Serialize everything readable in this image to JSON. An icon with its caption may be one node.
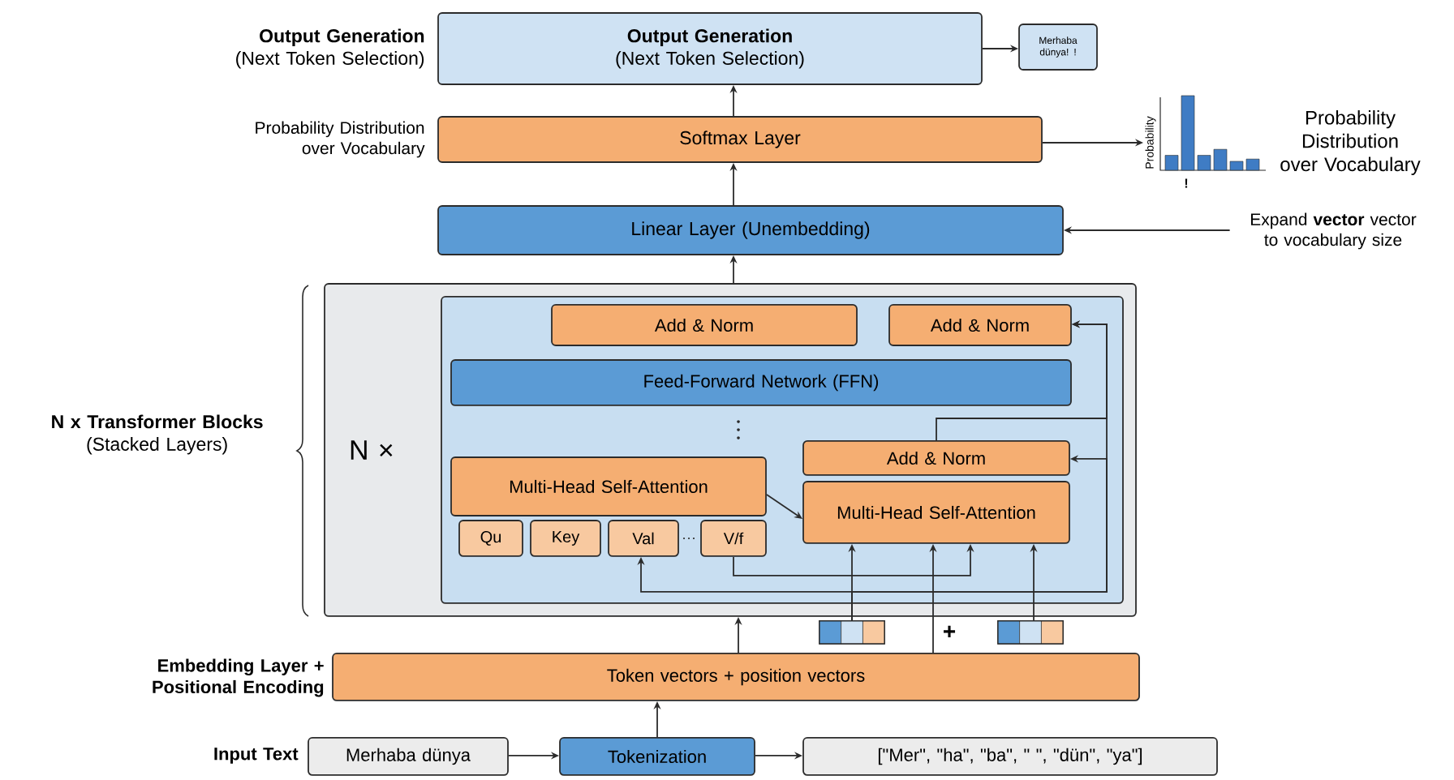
{
  "diagram": {
    "nodes": [
      {
        "text": [
          "Output Generation",
          "(Next Token Selection)"
        ],
        "beside": [
          "Output Generation",
          "(Next Token Selection)"
        ]
      },
      {
        "text": [
          "Merhaba dünya! !"
        ]
      },
      {
        "text": [
          "Softmax Layer"
        ],
        "beside": [
          "Probability Distribution over Vocabulary"
        ]
      },
      {
        "text": [
          "Probability"
        ]
      },
      {
        "text": [
          "Linear Layer (Unembedding)"
        ]
      },
      {
        "text": [
          "Expand **vector** vector to vocabulary size"
        ]
      },
      {
        "text": [
          "N ×"
        ],
        "beside": [
          "N x Transformer Blocks",
          "(Stacked Layers)"
        ]
      },
      {
        "text": [],
        "shape": "box",
        "in": 6
      },
      {
        "text": [
          "Add & Norm"
        ],
        "in": 7
      },
      {
        "text": [
          "Add & Norm"
        ],
        "in": 7
      },
      {
        "text": [
          "Feed-Forward Network (FFN)"
        ],
        "in": 7
      },
      {
        "text": [
          "Multi-Head Self-Attention"
        ],
        "in": 7
      },
      {
        "text": [
          "Qu"
        ],
        "in": 7
      },
      {
        "text": [
          "Key"
        ],
        "in": 7
      },
      {
        "text": [
          "Val"
        ],
        "in": 7
      },
      {
        "text": [
          "V/f"
        ],
        "in": 7
      },
      {
        "text": [
          "Add & Norm"
        ],
        "in": 7
      },
      {
        "text": [
          "Multi-Head Self-Attention"
        ],
        "in": 7
      },
      {
        "text": [],
        "shape": "bar"
      },
      {
        "text": [],
        "shape": "bar"
      },
      {
        "text": [
          "Token vectors + position vectors"
        ],
        "beside": [
          "Embedding Layer + Positional Encoding"
        ]
      },
      {
        "text": [
          "Merhaba dünya"
        ],
        "beside": [
          "Input Text"
        ]
      },
      {
        "text": [
          "Tokenization"
        ]
      },
      {
        "text": [
          "[\"Mer\", \"ha\", \"ba\", \" \", \"dün\", \"ya\"]"
        ]
      }
    ],
    "edges": [
      {
        "from": 0,
        "to": 1,
        "arrow": "to"
      },
      {
        "from": 2,
        "to": 0,
        "arrow": "to"
      },
      {
        "from": 2,
        "to": 3,
        "arrow": "to"
      },
      {
        "from": 4,
        "to": 2,
        "arrow": "to"
      },
      {
        "from": 5,
        "to": 4,
        "arrow": "to"
      },
      {
        "from": 6,
        "to": 4,
        "arrow": "to"
      },
      {
        "from": 20,
        "to": 6,
        "arrow": "to"
      },
      {
        "from": 22,
        "to": 20,
        "arrow": "to"
      },
      {
        "from": 21,
        "to": 22,
        "arrow": "to"
      },
      {
        "from": 22,
        "to": 23,
        "arrow": "to"
      },
      {
        "from": 11,
        "to": 17,
        "arrow": "to"
      },
      {
        "from": 18,
        "to": 17,
        "arrow": "to"
      },
      {
        "from": 18,
        "to": 14,
        "arrow": "to"
      },
      {
        "from": 18,
        "to": 16,
        "arrow": "to"
      },
      {
        "from": 18,
        "to": 9,
        "arrow": "to"
      },
      {
        "from": 16,
        "to": 9,
        "arrow": "to"
      },
      {
        "from": 20,
        "to": 17,
        "arrow": "to"
      },
      {
        "from": 19,
        "to": 17,
        "arrow": "to"
      },
      {
        "from": 15,
        "to": 17,
        "arrow": "to"
      }
    ],
    "labels": [
      "!",
      "Probability Distribution over Vocabulary",
      "+"
    ]
  }
}
